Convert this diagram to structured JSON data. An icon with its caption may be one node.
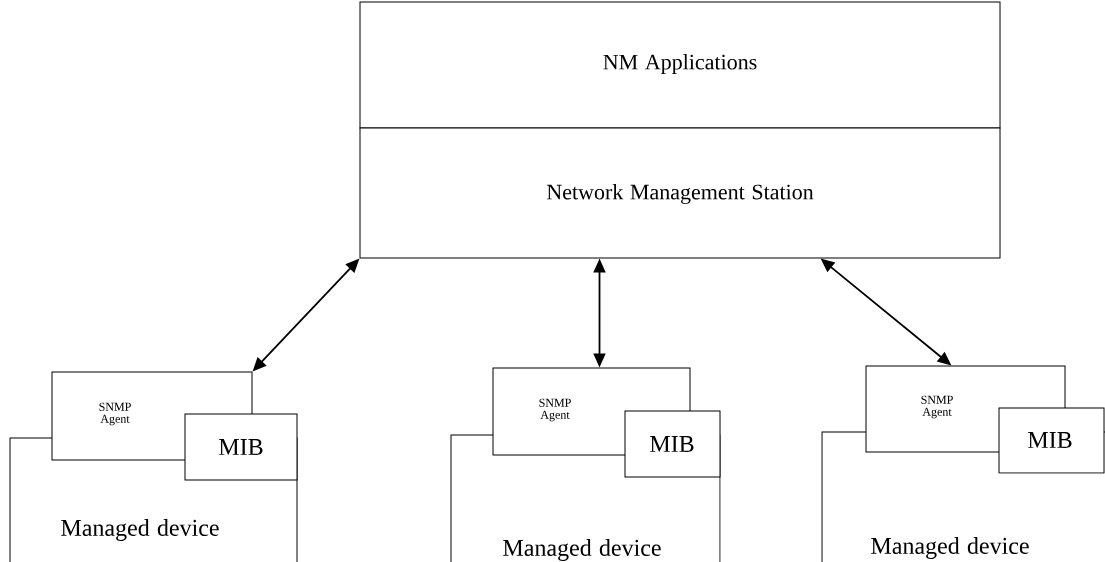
{
  "diagram": {
    "nodes": [
      {
        "text": [
          "NM Applications"
        ]
      },
      {
        "text": [
          "Network Management Station"
        ]
      },
      {
        "text": [
          "SNMP Agent"
        ]
      },
      {
        "text": [
          "MIB"
        ]
      },
      {
        "text": [
          "Managed device"
        ]
      },
      {
        "text": [
          "SNMP Agent"
        ]
      },
      {
        "text": [
          "MIB"
        ]
      },
      {
        "text": [
          "Managed device"
        ]
      },
      {
        "text": [
          "SNMP Agent"
        ]
      },
      {
        "text": [
          "MIB"
        ]
      },
      {
        "text": [
          "Managed device"
        ]
      }
    ],
    "edges": [
      {
        "from": 1,
        "to": 2,
        "arrow": "both"
      },
      {
        "from": 1,
        "to": 5,
        "arrow": "both"
      },
      {
        "from": 1,
        "to": 8,
        "arrow": "both"
      }
    ]
  }
}
